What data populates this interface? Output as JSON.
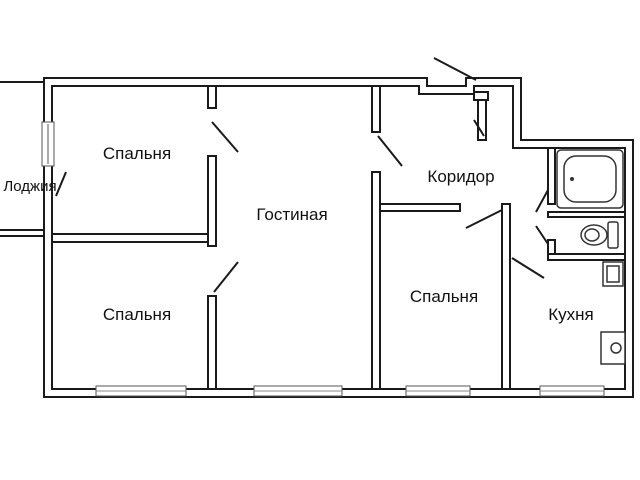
{
  "plan": {
    "rooms": {
      "bedroom_top_left": "Спальня",
      "bedroom_bottom_left": "Спальня",
      "living_room": "Гостиная",
      "corridor": "Коридор",
      "bedroom_center": "Спальня",
      "kitchen": "Кухня",
      "loggia": "Лоджия"
    },
    "fixtures": [
      "bathtub",
      "toilet",
      "sink",
      "stove"
    ]
  }
}
